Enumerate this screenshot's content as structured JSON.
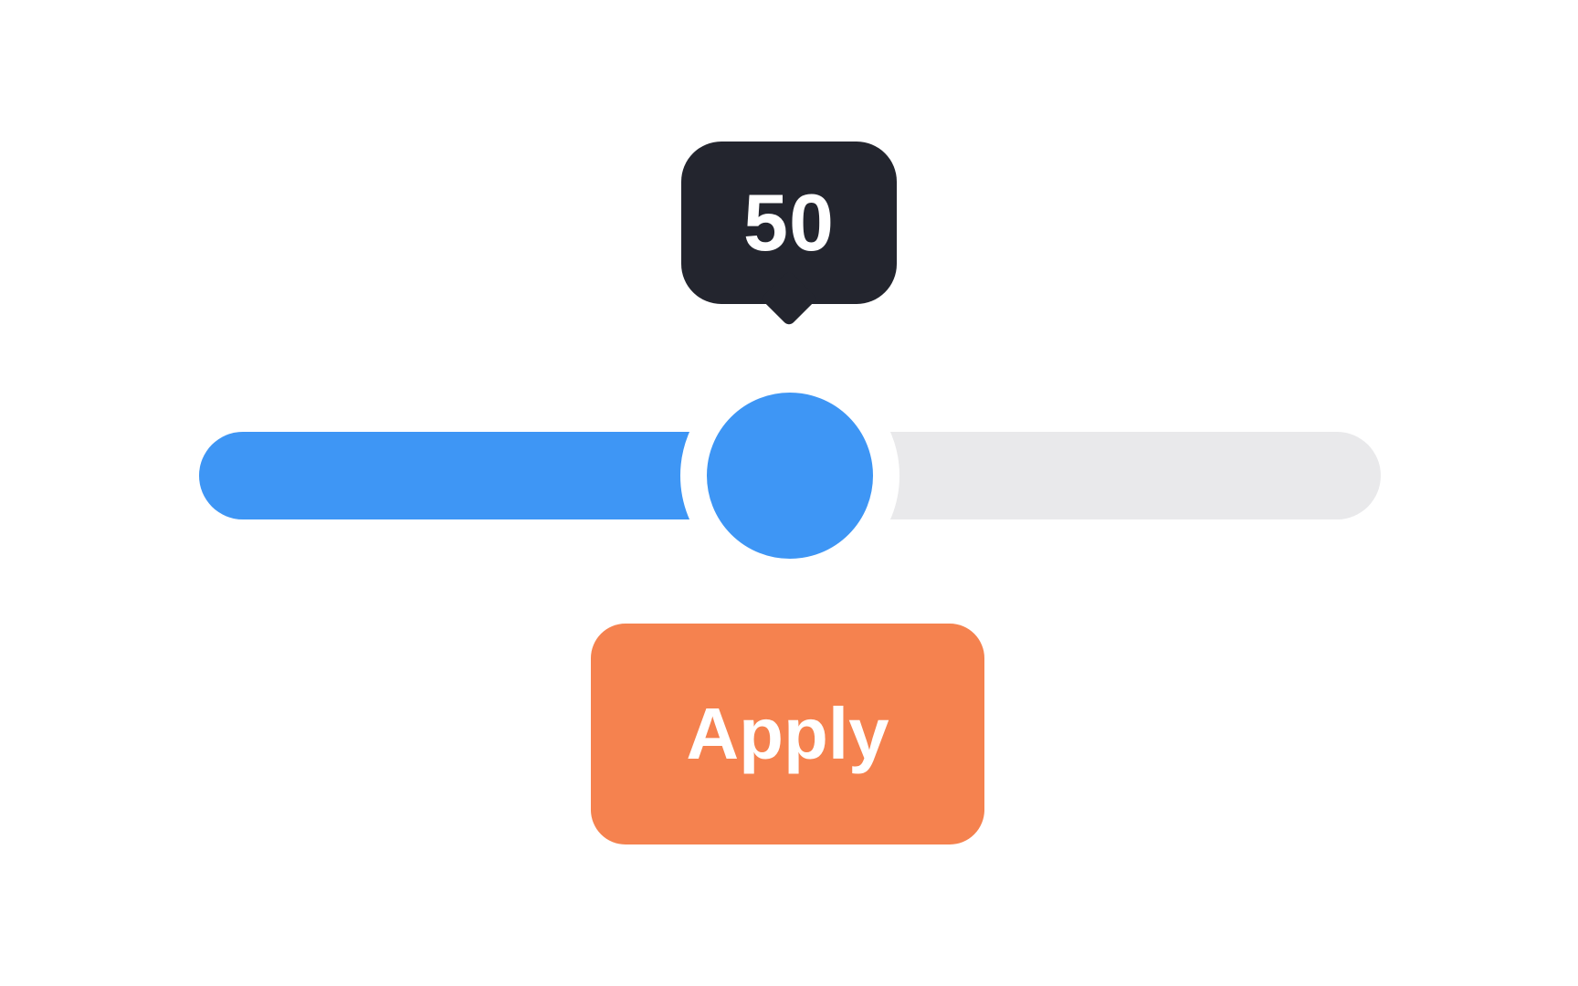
{
  "slider": {
    "value_label": "50",
    "value": 50,
    "percent": 50
  },
  "apply_button": {
    "label": "Apply"
  },
  "colors": {
    "page-bg": "#ffffff",
    "track-fill": "#3e96f5",
    "track-rest": "#e9e9eb",
    "tooltip-bg": "#23252e",
    "tooltip-text": "#ffffff",
    "button-bg": "#f5824f",
    "button-text": "#ffffff"
  }
}
